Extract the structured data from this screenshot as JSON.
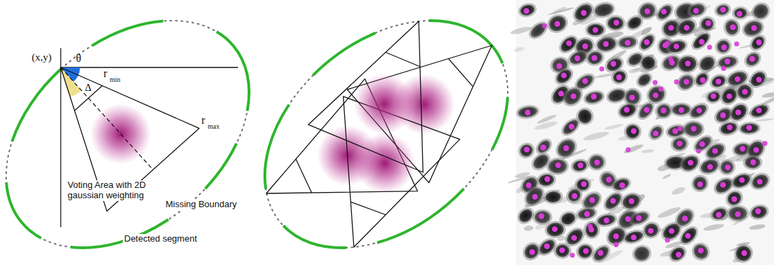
{
  "diagram": {
    "labels": [
      "(x,y)",
      "θ",
      "Δ",
      "r",
      "min",
      "r",
      "max",
      "Voting Area with 2D gaussian weighting",
      "Missing Boundary",
      "Detected segment"
    ]
  }
}
